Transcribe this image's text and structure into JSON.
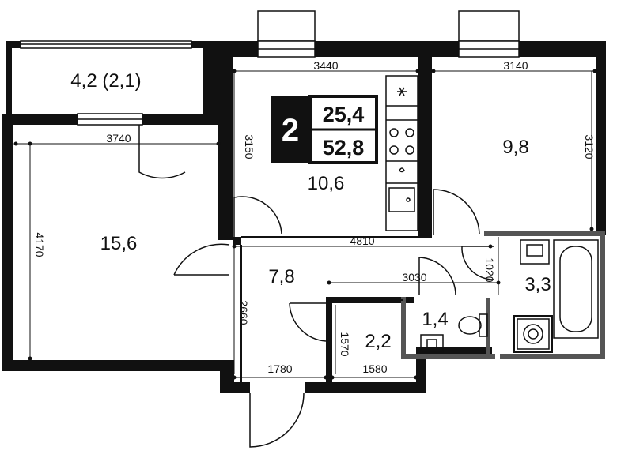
{
  "summary": {
    "rooms": "2",
    "living_area": "25,4",
    "total_area": "52,8"
  },
  "rooms": {
    "balcony": "4,2 (2,1)",
    "bedroom": "15,6",
    "kitchen": "10,6",
    "room_right": "9,8",
    "hall": "7,8",
    "storage": "2,2",
    "toilet": "1,4",
    "bath": "3,3"
  },
  "dimensions": {
    "kitchen_width": "3440",
    "kitchen_depth": "3150",
    "room_right_width": "3140",
    "room_right_depth": "3120",
    "bedroom_width": "3740",
    "bedroom_depth": "4170",
    "corridor_length": "4810",
    "hall_length": "3030",
    "bath_depth": "1020",
    "hall_depth": "2660",
    "storage_depth": "1570",
    "entry_width": "1780",
    "storage_width": "1580"
  },
  "colors": {
    "wall": "#111111",
    "partition": "#555555",
    "badge": "#111111"
  }
}
